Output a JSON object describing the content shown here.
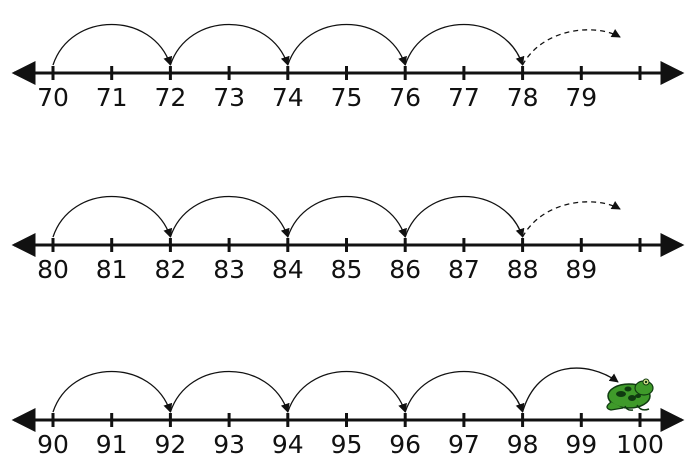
{
  "number_lines": [
    {
      "labels": [
        "70",
        "71",
        "72",
        "73",
        "74",
        "75",
        "76",
        "77",
        "78",
        "79",
        ""
      ],
      "hops": [
        {
          "from_index": 0,
          "to_index": 2,
          "style": "solid"
        },
        {
          "from_index": 2,
          "to_index": 4,
          "style": "solid"
        },
        {
          "from_index": 4,
          "to_index": 6,
          "style": "solid"
        },
        {
          "from_index": 6,
          "to_index": 8,
          "style": "solid"
        },
        {
          "from_index": 8,
          "to_index": 10,
          "style": "dashed-partial"
        }
      ],
      "frog": false
    },
    {
      "labels": [
        "80",
        "81",
        "82",
        "83",
        "84",
        "85",
        "86",
        "87",
        "88",
        "89",
        ""
      ],
      "hops": [
        {
          "from_index": 0,
          "to_index": 2,
          "style": "solid"
        },
        {
          "from_index": 2,
          "to_index": 4,
          "style": "solid"
        },
        {
          "from_index": 4,
          "to_index": 6,
          "style": "solid"
        },
        {
          "from_index": 6,
          "to_index": 8,
          "style": "solid"
        },
        {
          "from_index": 8,
          "to_index": 10,
          "style": "dashed-partial"
        }
      ],
      "frog": false
    },
    {
      "labels": [
        "90",
        "91",
        "92",
        "93",
        "94",
        "95",
        "96",
        "97",
        "98",
        "99",
        "100"
      ],
      "hops": [
        {
          "from_index": 0,
          "to_index": 2,
          "style": "solid"
        },
        {
          "from_index": 2,
          "to_index": 4,
          "style": "solid"
        },
        {
          "from_index": 4,
          "to_index": 6,
          "style": "solid"
        },
        {
          "from_index": 6,
          "to_index": 8,
          "style": "solid"
        },
        {
          "from_index": 8,
          "to_index": 10,
          "style": "solid-to-frog"
        }
      ],
      "frog": true
    }
  ],
  "frog_icon": "frog-icon",
  "colors": {
    "line": "#111111",
    "frog_body": "#3f9a2a",
    "frog_spots": "#0f3a10"
  }
}
